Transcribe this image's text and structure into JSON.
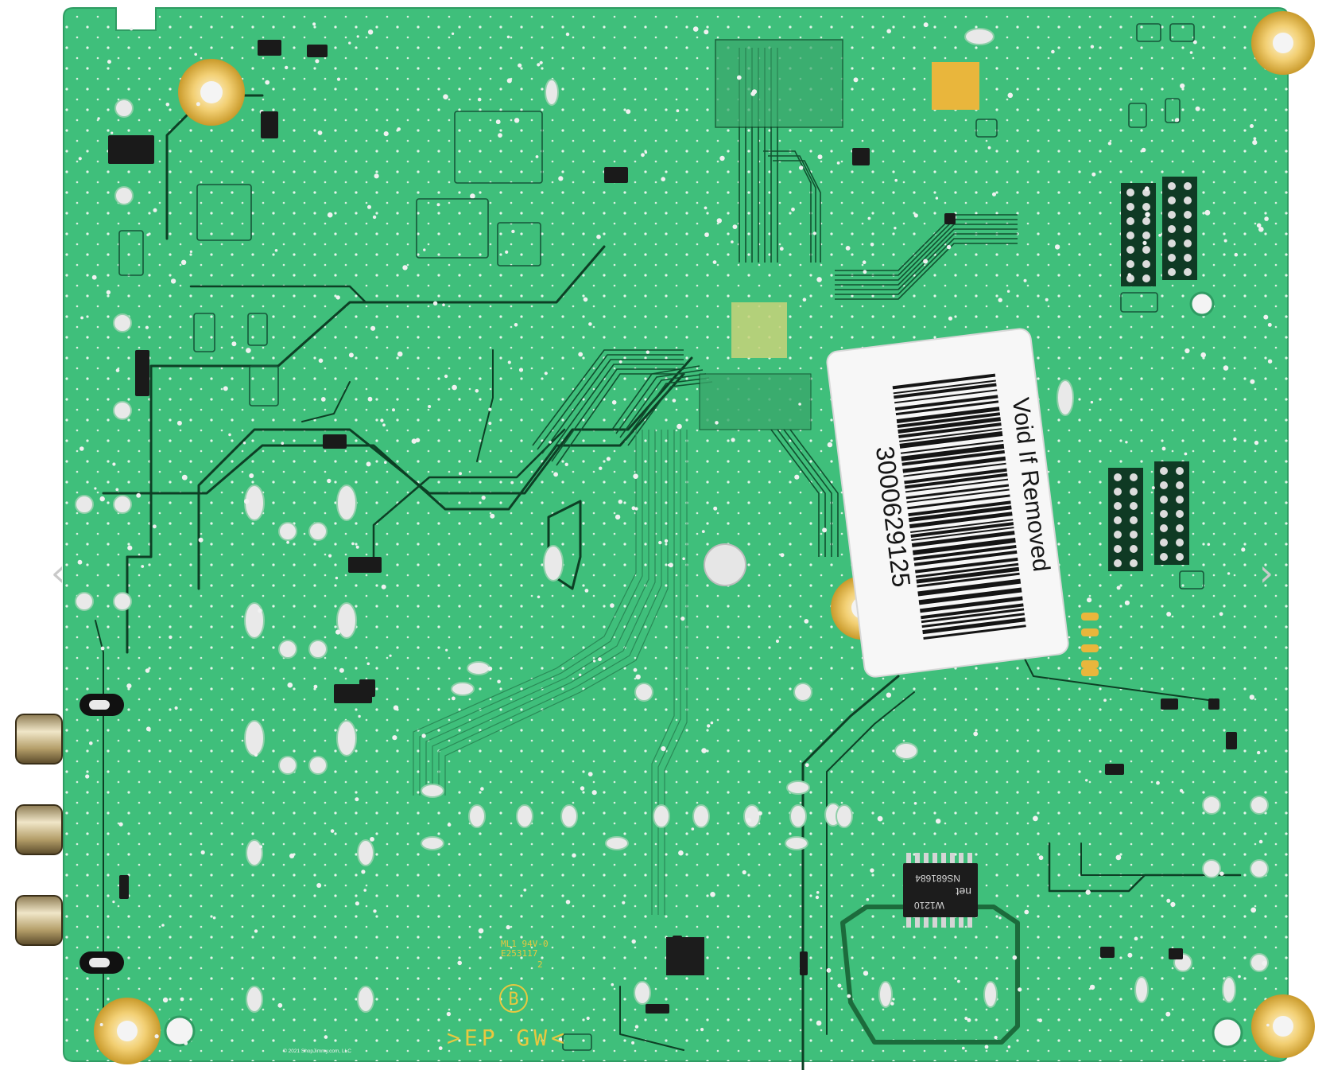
{
  "photo": {
    "subject": "Circuit board (rear view)",
    "colors": {
      "board": "#3fbf7b",
      "board_edge": "#3aa86c",
      "trace": "#34a26a",
      "trace_dark": "#0d3f25",
      "solder": "#d9d9d9",
      "copper_ring": "#e3b756",
      "sticker": "#f7f7f7",
      "silk_yellow": "#e8c840"
    }
  },
  "sticker": {
    "warning": "Void If Removed",
    "serial": "3000629125"
  },
  "chips": {
    "main_ic_line1": "NS681684",
    "main_ic_line2": "net",
    "main_ic_line3": "W1210"
  },
  "silkscreen": {
    "ul_line1": "ML1 94V-0",
    "ul_line2": "E253117",
    "ul_line3": "2",
    "side_b": "B",
    "marking": ">EP GW<",
    "copyright": "© 2021 ShopJimmy.com, LLC"
  },
  "gallery": {
    "prev_icon": "chevron-left-icon",
    "next_icon": "chevron-right-icon",
    "prev_glyph": "‹",
    "next_glyph": "›"
  }
}
